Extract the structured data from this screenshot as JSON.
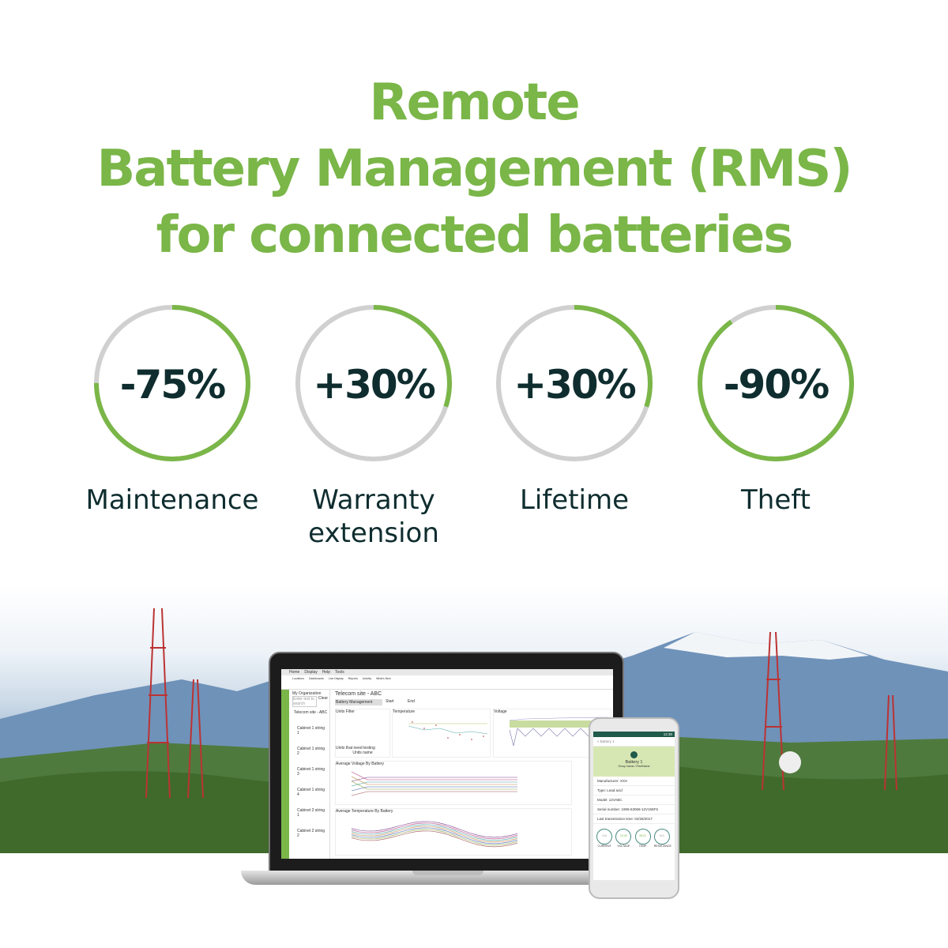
{
  "title": {
    "line1": "Remote",
    "line2": "Battery Management (RMS)",
    "line3": "for connected batteries"
  },
  "stats": [
    {
      "value": "-75%",
      "label": "Maintenance",
      "fraction": 0.75
    },
    {
      "value": "+30%",
      "label": "Warranty extension",
      "fraction": 0.3
    },
    {
      "value": "+30%",
      "label": "Lifetime",
      "fraction": 0.3
    },
    {
      "value": "-90%",
      "label": "Theft",
      "fraction": 0.9
    }
  ],
  "colors": {
    "accent": "#7ab648",
    "text": "#0f2d2f",
    "track": "#d0d0d0"
  },
  "laptop": {
    "tabs": [
      "Home",
      "Display",
      "Help",
      "Tools"
    ],
    "toolbar": [
      "Locations",
      "Dashboards",
      "Live Display",
      "Reports",
      "Activity",
      "What's New"
    ],
    "sidebar_title": "My Organization",
    "search_placeholder": "Enter text to search",
    "clear": "Clear",
    "tree": [
      "Telecom site - ABC",
      "Cabinet 1 string 1",
      "Cabinet 1 string 2",
      "Cabinet 1 string 3",
      "Cabinet 1 string 4",
      "Cabinet 2 string 1",
      "Cabinet 2 string 2"
    ],
    "page_title": "Telecom site - ABC",
    "dashboard": "Battery Management",
    "start": "Start",
    "end": "End",
    "units_filter": "Units Filter",
    "units_testing": "Units that need testing",
    "units_name": "Units name",
    "temperature": "Temperature",
    "voltage": "Voltage",
    "avg_voltage": "Average Voltage By Battery",
    "avg_temp": "Average Temperature By Battery"
  },
  "phone": {
    "time": "12:30",
    "header": "Battery 1",
    "name": "Battery 1",
    "group": "Group Name / FleetName",
    "fields": [
      "Manufacturer: XXX",
      "Type: Lead acid",
      "Model: 12VABC",
      "Serial number: 1906-53068-12V155FS",
      "Last transmission time: 02/26/2017"
    ],
    "gauges": [
      {
        "value": "N/A",
        "label": "CURRENT"
      },
      {
        "value": "13.40",
        "label": "VOLTAGE"
      },
      {
        "value": "28.01",
        "label": "TEMP"
      },
      {
        "value": "N/A",
        "label": "RESISTANCE"
      }
    ]
  }
}
